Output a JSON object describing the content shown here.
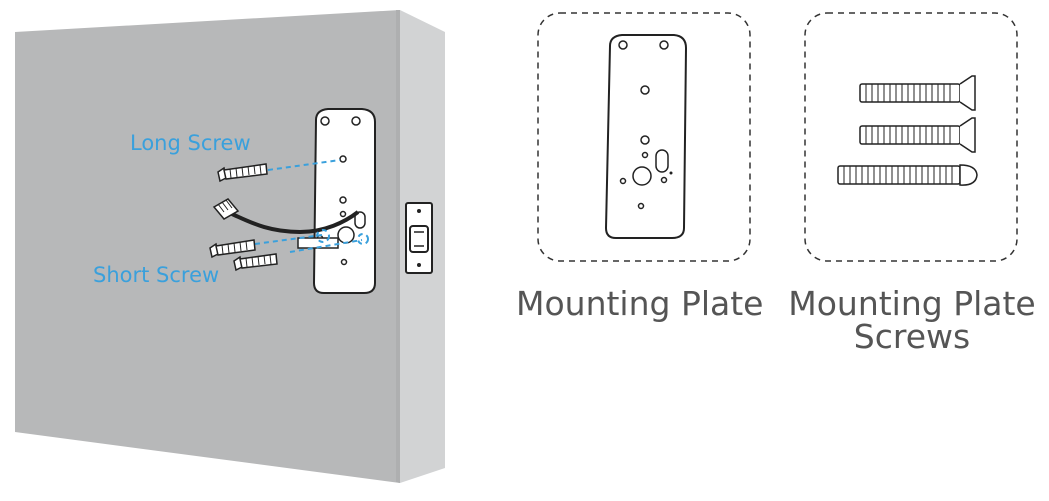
{
  "labels": {
    "long_screw": "Long Screw",
    "short_screw": "Short Screw",
    "mounting_plate": "Mounting Plate",
    "mounting_plate_screws_line1": "Mounting Plate",
    "mounting_plate_screws_line2": "Screws"
  },
  "colors": {
    "door_front": "#b9babb",
    "door_edge": "#cfd0d1",
    "door_bottom": "#a7a8a9",
    "callout": "#3aa0dc",
    "line_art": "#222222",
    "caption_text": "#555555"
  },
  "icons": [
    "door-panel",
    "mounting-plate-icon",
    "screw-icon",
    "cable-connector-icon",
    "latch-icon"
  ]
}
